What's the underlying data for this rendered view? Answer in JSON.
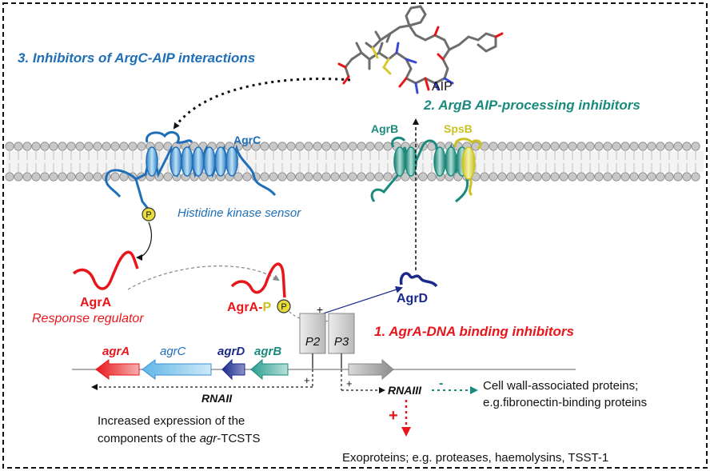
{
  "colors": {
    "red": "#e8161b",
    "blue": "#1f6fb8",
    "teal": "#1a8a7c",
    "navy": "#1b2a8a",
    "yellow": "#c9c224",
    "membrane": "#c8c8c8",
    "black": "#111111"
  },
  "headings": {
    "inhibitors_1": "1. AgrA-DNA binding inhibitors",
    "inhibitors_2": "2. ArgB AIP-processing inhibitors",
    "inhibitors_3": "3. Inhibitors of ArgC-AIP interactions"
  },
  "labels": {
    "aip": "AIP",
    "agrc": "AgrC",
    "agrb": "AgrB",
    "spsb": "SpsB",
    "hk_sensor": "Histidine kinase sensor",
    "agra": "AgrA",
    "response_regulator": "Response regulator",
    "agra_p_main": "AgrA-",
    "agra_p_suffix": "P",
    "agrd_protein": "AgrD",
    "phospho": "P",
    "plus": "+",
    "minus": "-",
    "p2": "P2",
    "p3": "P3"
  },
  "genes": {
    "agrA": "agrA",
    "agrC": "agrC",
    "agrD": "agrD",
    "agrB": "agrB"
  },
  "transcripts": {
    "rnaii": "RNAII",
    "rnaiii": "RNAIII"
  },
  "outputs": {
    "expression_line1": "Increased expression of the",
    "expression_line2_prefix": "components of the ",
    "expression_line2_italic": "agr",
    "expression_line2_suffix": "-TCSTS",
    "cellwall_line1": "Cell wall-associated proteins;",
    "cellwall_line2": "e.g.fibronectin-binding proteins",
    "exoproteins": "Exoproteins; e.g. proteases, haemolysins, TSST-1"
  }
}
